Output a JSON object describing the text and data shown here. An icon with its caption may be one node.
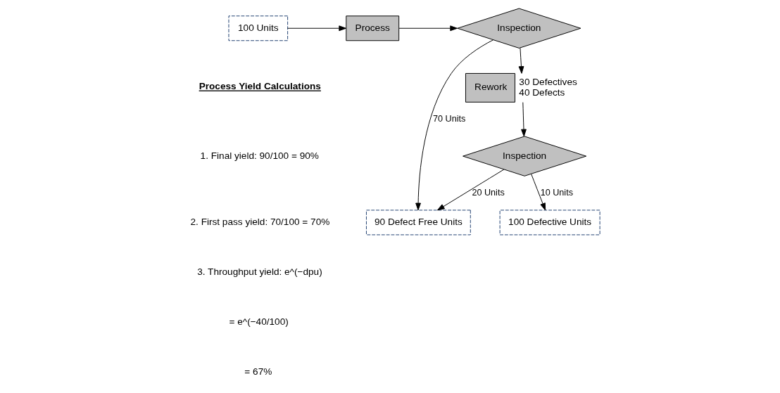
{
  "diagram": {
    "nodes": [
      {
        "text": [
          "100 Units"
        ]
      },
      {
        "text": [
          "Process"
        ]
      },
      {
        "text": [
          "Inspection"
        ]
      },
      {
        "text": [
          "Rework"
        ],
        "beside": [
          "30 Defectives",
          "40 Defects"
        ]
      },
      {
        "text": [
          "Inspection"
        ]
      },
      {
        "text": [
          "90 Defect Free Units"
        ]
      },
      {
        "text": [
          "100 Defective Units"
        ]
      }
    ],
    "edges": [
      {
        "from": 0,
        "to": 1,
        "arrow": "to"
      },
      {
        "from": 1,
        "to": 2,
        "arrow": "to"
      },
      {
        "from": 2,
        "to": 5,
        "arrow": "to",
        "label": "70 Units"
      },
      {
        "from": 2,
        "to": 3,
        "arrow": "to"
      },
      {
        "from": 3,
        "to": 4,
        "arrow": "to"
      },
      {
        "from": 4,
        "to": 5,
        "arrow": "to",
        "label": "20 Units"
      },
      {
        "from": 4,
        "to": 6,
        "arrow": "to",
        "label": "10 Units"
      }
    ],
    "labels": [
      "Process Yield Calculations",
      "1. Final yield: 90/100 = 90%",
      "2. First pass yield: 70/100 = 70%",
      "3. Throughput yield: e^(−dpu)",
      "= e^(−40/100)",
      "= 67%"
    ]
  }
}
